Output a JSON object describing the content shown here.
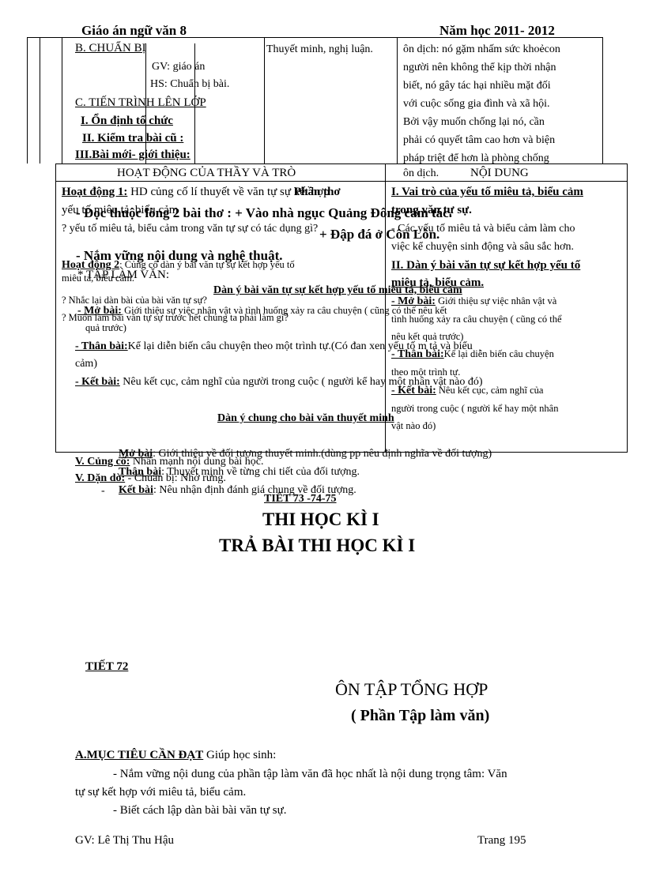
{
  "header": {
    "left": "Giáo án ngữ văn 8",
    "right": "Năm học 2011- 2012"
  },
  "top_table": {
    "col1": {
      "chuan_bi": "B. CHUẨN BỊ",
      "gv": "GV: giáo án",
      "hs": "HS: Chuẩn bị bài.",
      "tien_trinh": "C. TIẾN TRÌNH LÊN LỚP",
      "on_dinh": "I. Ổn định tổ chức",
      "kiem_tra": "II. Kiểm tra bài cũ :",
      "bai_moi": "III.Bài mới- giới thiệu:"
    },
    "col2": "Thuyết minh, nghị luận.",
    "col3": [
      "ôn dịch: nó gặm nhấm sức khoẻcon",
      "người nên không thể kịp thời nhận",
      "biết, nó gây tác hại nhiều mặt đối",
      "với cuộc sống gia đình và xã hội.",
      "Bởi vậy muốn chống lại nó, cần",
      "phải có quyết tâm cao hơn và biện",
      "pháp triệt để hơn là phòng chống",
      "ôn dịch."
    ]
  },
  "main_table": {
    "head_left": "HOẠT ĐỘNG CỦA THẦY VÀ TRÒ",
    "head_right": "NỘI DUNG",
    "left": {
      "hd1_label": "Hoạt động 1:",
      "hd1_text": " HD củng cố lí thuyết về văn tự sự kết hợp",
      "hd1_line2": "yếu tố miêu tả, biểu cảm",
      "q1": "? yếu tố miêu tả, biểu cảm trong văn tự sự có tác dụng gì?",
      "hd2_label": "Hoạt động 2",
      "hd2_text": ": Củng cố dàn ý bài văn tự sự kết hợp yếu tố",
      "hd2_line2": "miêu tả, biểu cảm.",
      "q2": "? Nhắc lại dàn bài của bài văn tự sự?",
      "q3": "? Muốn làm bài văn tự sự trước hết chúng ta phải làm gì?"
    },
    "right": {
      "s1_title": "I. Vai trò của yếu tố miêu tả, biểu cảm",
      "s1_line2": "trong văn tự sự.",
      "s1_text": [
        "- Các yếu tố miêu tả và biểu cảm làm cho",
        "việc kể chuyện sinh động và sâu sắc hơn."
      ],
      "s2_title": "II. Dàn ý bài văn tự sự kết hợp yếu tố",
      "s2_line2": "miêu tả, biểu cảm.",
      "mb_label": "- Mở bài:",
      "mb_text": " Giới thiệu sự việc nhân vật và",
      "mb_lines": [
        "tình huống xảy ra câu chuyện ( cũng có thể",
        "nêu kết quả trước)"
      ],
      "tb_label": "- Thân bài:",
      "tb_text": "Kể lại diễn biến câu chuyện",
      "tb_line": "theo một trình tự.",
      "kb_label": "- Kết bài:",
      "kb_text": " Nêu kết cục, cảm nghĩ của",
      "kb_lines": [
        "người trong cuộc ( người kể hay một nhân",
        "vật nào đó)"
      ]
    }
  },
  "overlay": {
    "sub_title": "Phần thơ",
    "doc_thuoc": "- Đọc thuộc lòng 2 bài thơ : + Vào nhà ngục Quảng Đông cảm tác.",
    "dap_da": "+ Đập đá ở Côn Lôn.",
    "nam_vung": "- Nắm vững nội dung và nghệ thuật.",
    "tap_lam_van": "* TẬP LÀM VĂN:",
    "dan_y_title": "Dàn ý bài văn tự sự kết hợp yếu tố miêu tả, biểu cảm",
    "mo_bai_label": "- Mở bài:",
    "mo_bai": " Giới thiệu sự việc nhân vật và tình huống xảy ra câu chuyện ( cũng có thể nêu kết",
    "mo_bai_2": "quả trước)",
    "than_bai_label": "- Thân bài:",
    "than_bai": "Kể lại diễn biến câu chuyện theo một trình tự.(Có đan xen yếu tố m tả và biểu",
    "than_bai_2": "cảm)",
    "ket_bai_label": "- Kết bài:",
    "ket_bai": " Nêu kết cục, cảm nghĩ của người trong cuộc ( người kể hay một nhân vật nào đó)",
    "dan_y_chung": "Dàn ý chung cho bài văn thuyết minh",
    "tm_mb_label": "Mở bài",
    "tm_mb": ": Giới thiệu về đối tượng thuyết minh.(dùng pp nêu định nghĩa về đối tượng)",
    "tm_tb_label": "Thân bài",
    "tm_tb": ": Thuyết minh về từng chi tiết của đối tượng.",
    "tm_kb_label": "Kết bài",
    "tm_kb": ": Nêu nhận định đánh giá chung về đối tượng.",
    "cung_co_label": "V. Củng cố:",
    "cung_co": " Nhấn mạnh nội dung bài học.",
    "dan_do_label": "V. Dặn dò:",
    "dan_do": " - Chuẩn bị: Nhớ rừng.",
    "dash": "-"
  },
  "exam": {
    "tiet": "TIẾT 73 -74-75",
    "title1": "THI HỌC KÌ I",
    "title2": "TRẢ BÀI THI HỌC KÌ I"
  },
  "lesson": {
    "tiet": "TIẾT 72",
    "title": "ÔN TẬP TỔNG HỢP",
    "subtitle": "( Phần Tập làm văn)",
    "muc_tieu_label": "A.MỤC TIÊU CẦN ĐẠT",
    "muc_tieu": " Giúp học sinh:",
    "line1": "- Nắm vững  nội dung của phần tập làm văn đã học nhất là nội dung trọng tâm: Văn",
    "line2": "tự sự kết hợp với miêu tả, biểu cảm.",
    "line3": "- Biết cách lập dàn bài bài văn tự sự."
  },
  "footer": {
    "left": "GV: Lê Thị Thu Hậu",
    "right": "Trang 195"
  }
}
